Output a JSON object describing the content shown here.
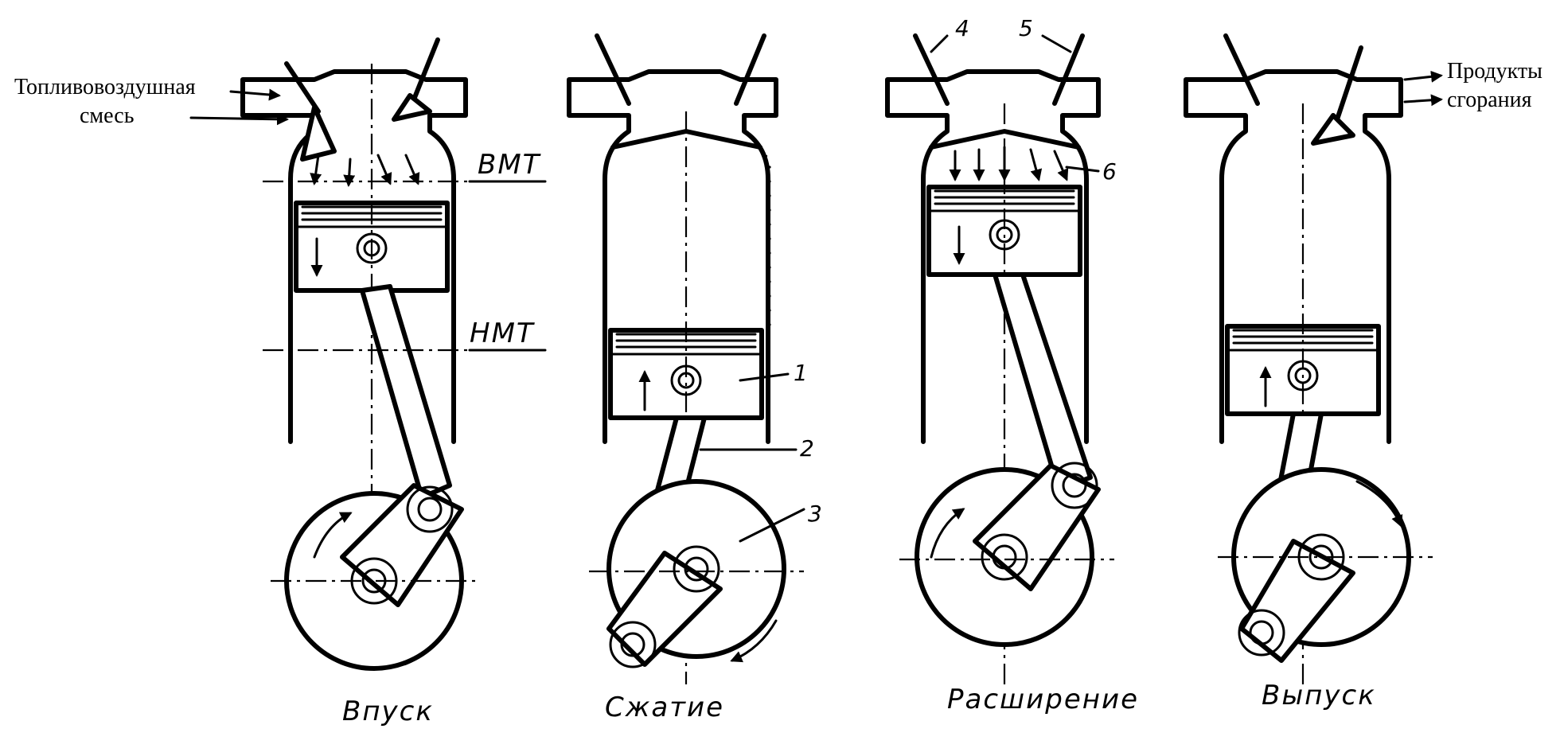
{
  "labels": {
    "fuel_mixture_line1": "Топливовоздушная",
    "fuel_mixture_line2": "смесь",
    "exhaust_line1": "Продукты",
    "exhaust_line2": "сгорания",
    "tdc": "ВМТ",
    "bdc": "НМТ"
  },
  "strokes": [
    {
      "name": "Впуск"
    },
    {
      "name": "Сжатие"
    },
    {
      "name": "Расширение"
    },
    {
      "name": "Выпуск"
    }
  ],
  "callouts": [
    "1",
    "2",
    "3",
    "4",
    "5",
    "6"
  ]
}
